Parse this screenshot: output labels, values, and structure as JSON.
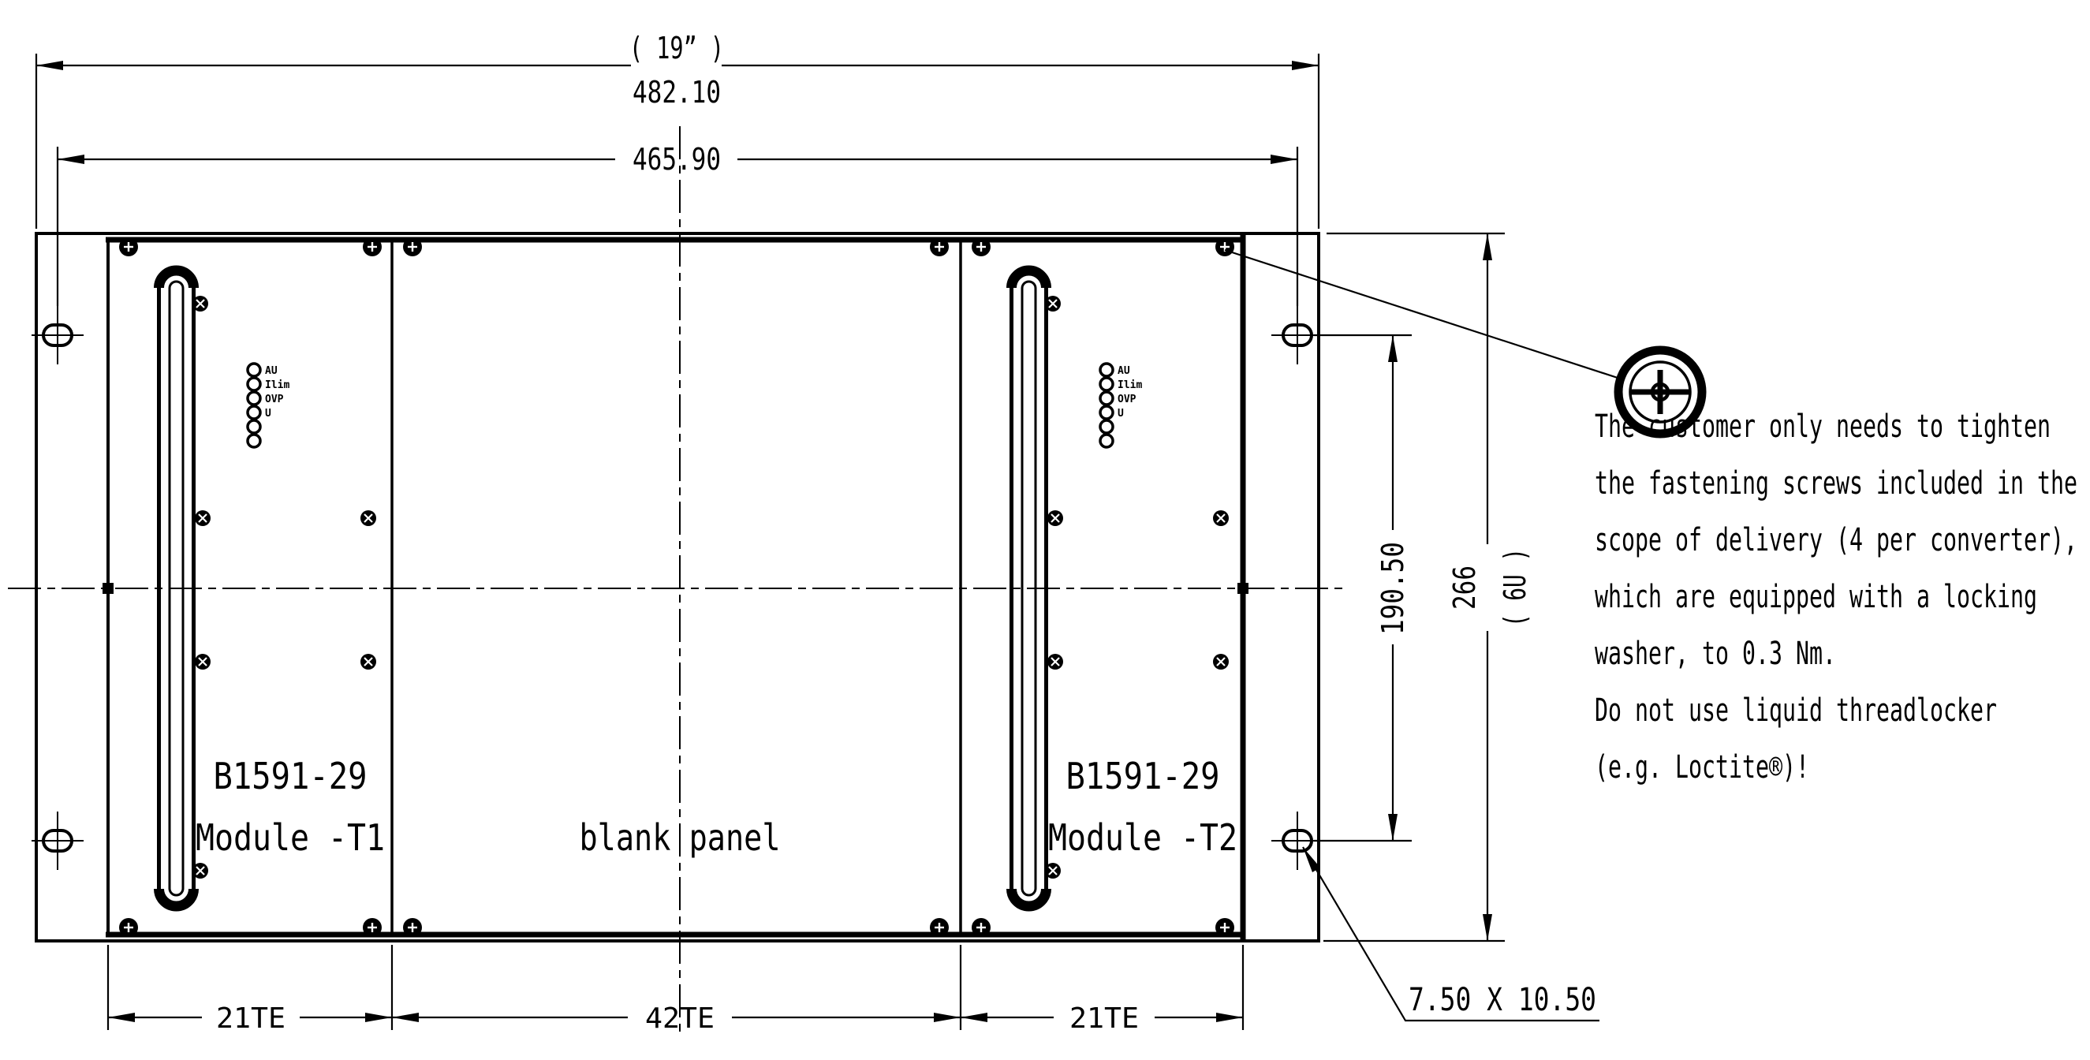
{
  "dimensions": {
    "overall_width_inch": "( 19” )",
    "overall_width_mm": "482.10",
    "hole_span_mm": "465.90",
    "hole_pitch_mm": "190.50",
    "height_mm": "266",
    "height_units": "( 6U )",
    "segment1": "21TE",
    "segment2": "42TE",
    "segment3": "21TE",
    "slot_size": "7.50 X 10.50"
  },
  "modules": {
    "m1_line1": "B1591-29",
    "m1_line2": "Module -T1",
    "blank_label": "blank panel",
    "m2_line1": "B1591-29",
    "m2_line2": "Module -T2"
  },
  "leds": [
    "AU",
    "Ilim",
    "OVP",
    "U"
  ],
  "note": [
    "The customer only needs to tighten",
    "the fastening screws included in the",
    "scope of delivery (4 per converter),",
    "which are equipped with a locking",
    "washer, to 0.3 Nm.",
    "Do not use liquid threadlocker",
    "(e.g. Loctite®)!"
  ],
  "colors": {
    "ink": "#000000",
    "paper": "#ffffff"
  }
}
